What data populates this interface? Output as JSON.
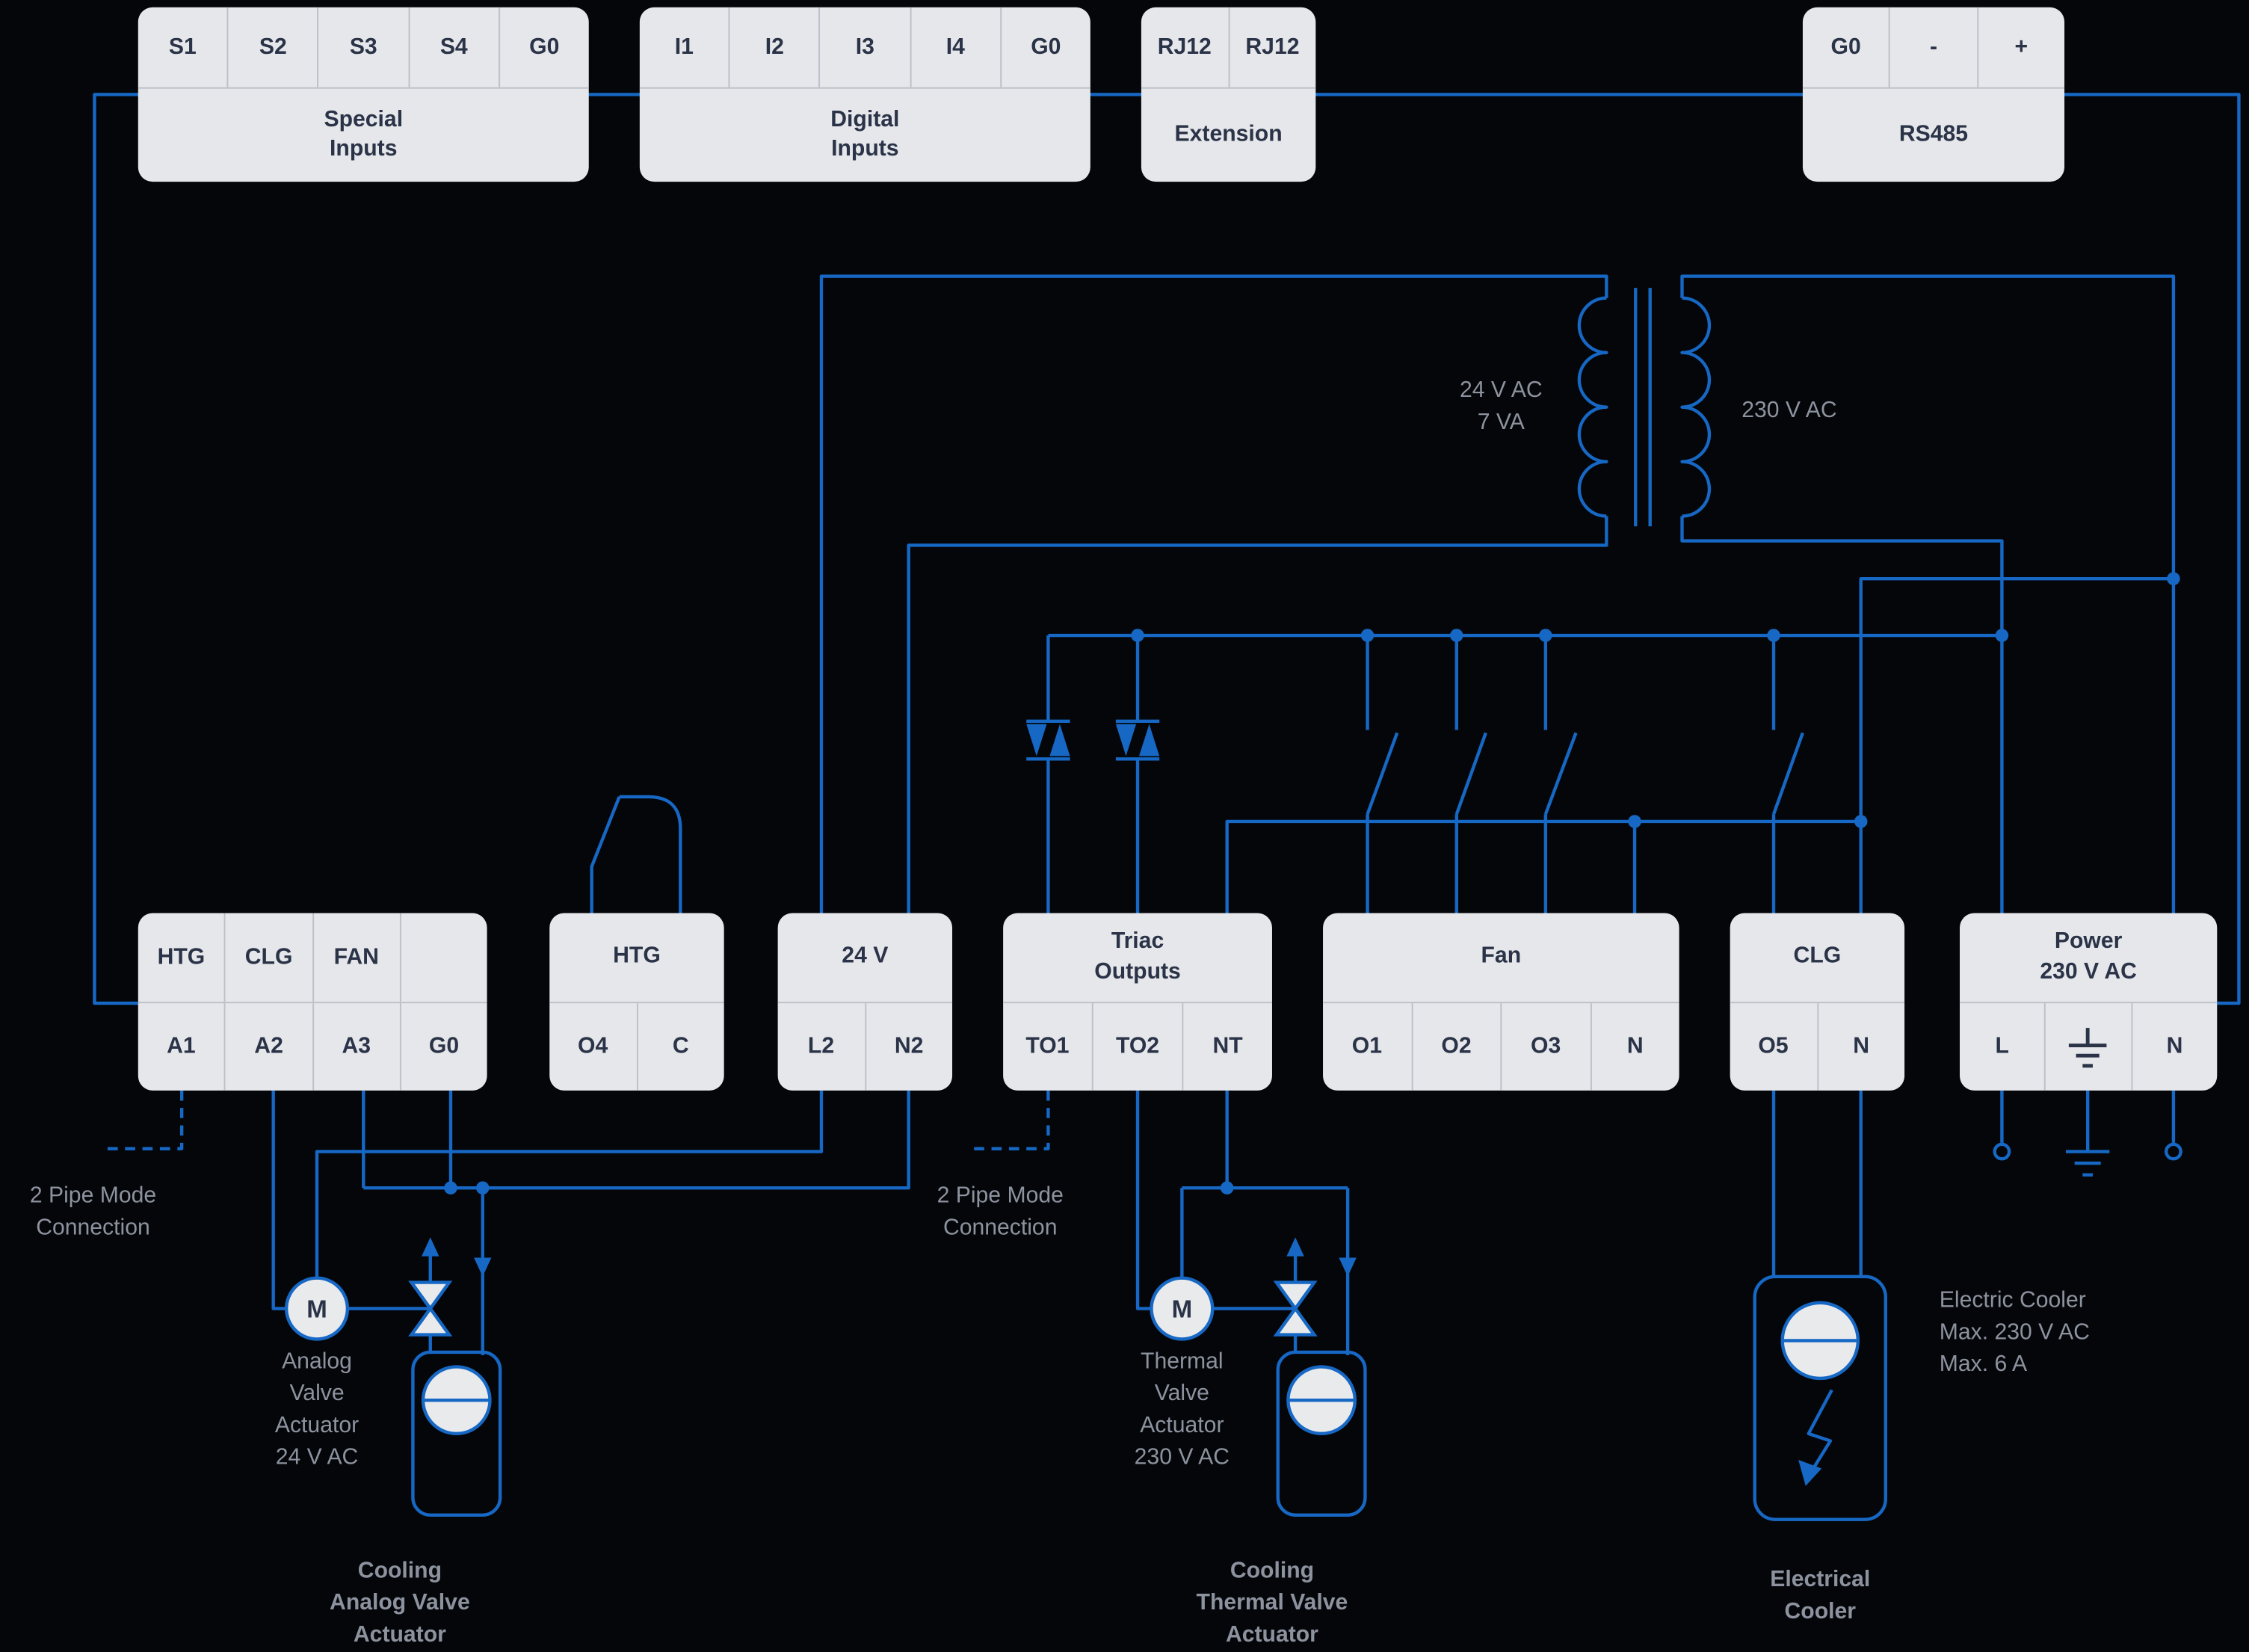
{
  "colors": {
    "wire_blue": "#1668c4",
    "block_background": "#e6e7ea",
    "block_text": "#2a3347",
    "muted_text": "#8d939e",
    "background": "#04060a"
  },
  "blocks": {
    "special_inputs": {
      "label": "Special\nInputs",
      "terminals": [
        "S1",
        "S2",
        "S3",
        "S4",
        "G0"
      ]
    },
    "digital_inputs": {
      "label": "Digital\nInputs",
      "terminals": [
        "I1",
        "I2",
        "I3",
        "I4",
        "G0"
      ]
    },
    "extension": {
      "label": "Extension",
      "terminals": [
        "RJ12",
        "RJ12"
      ]
    },
    "rs485": {
      "label": "RS485",
      "terminals": [
        "G0",
        "-",
        "+"
      ]
    },
    "analog_outputs": {
      "col_labels": [
        "HTG",
        "CLG",
        "FAN",
        ""
      ],
      "terminals": [
        "A1",
        "A2",
        "A3",
        "G0"
      ]
    },
    "htg": {
      "label": "HTG",
      "terminals": [
        "O4",
        "C"
      ]
    },
    "v24": {
      "label": "24 V",
      "terminals": [
        "L2",
        "N2"
      ]
    },
    "triac_outputs": {
      "label": "Triac\nOutputs",
      "terminals": [
        "TO1",
        "TO2",
        "NT"
      ]
    },
    "fan": {
      "label": "Fan",
      "terminals": [
        "O1",
        "O2",
        "O3",
        "N"
      ]
    },
    "clg": {
      "label": "CLG",
      "terminals": [
        "O5",
        "N"
      ]
    },
    "power": {
      "label": "Power\n230 V AC",
      "terminals": [
        "L",
        "N"
      ]
    }
  },
  "transformer": {
    "secondary_label": "24 V AC\n7 VA",
    "primary_label": "230 V AC"
  },
  "notes": {
    "pipe_mode_left": "2 Pipe Mode\nConnection",
    "pipe_mode_mid": "2 Pipe Mode\nConnection",
    "analog_actuator": "Analog\nValve\nActuator\n24 V AC",
    "thermal_actuator": "Thermal\nValve\nActuator\n230 V AC",
    "electric_cooler": "Electric Cooler\nMax. 230 V AC\nMax. 6 A",
    "motor_left": "M",
    "motor_mid": "M"
  },
  "captions": {
    "cooling_analog": "Cooling\nAnalog Valve\nActuator",
    "cooling_thermal": "Cooling\nThermal Valve\nActuator",
    "electrical_cooler": "Electrical\nCooler"
  }
}
